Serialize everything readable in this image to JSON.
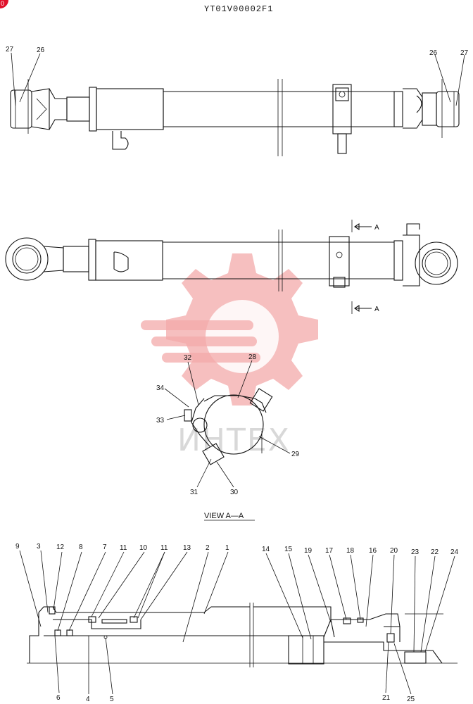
{
  "drawing": {
    "code": "YT01V00002F1",
    "view_title": "VIEW A—A",
    "section_mark": "A",
    "watermark_text": "ИНТЕХ",
    "corner_badge": "0"
  },
  "colors": {
    "line": "#111111",
    "watermark": "#f3a9a9",
    "badge": "#e0102a"
  },
  "callouts": {
    "c27a": "27",
    "c26a": "26",
    "c26b": "26",
    "c27b": "27",
    "c32": "32",
    "c28": "28",
    "c34": "34",
    "c33": "33",
    "c29": "29",
    "c31": "31",
    "c30": "30",
    "c9": "9",
    "c3": "3",
    "c12": "12",
    "c8": "8",
    "c7": "7",
    "c11a": "11",
    "c10": "10",
    "c11b": "11",
    "c13": "13",
    "c2": "2",
    "c1": "1",
    "c14": "14",
    "c15": "15",
    "c19": "19",
    "c17": "17",
    "c18": "18",
    "c16": "16",
    "c20": "20",
    "c23": "23",
    "c22": "22",
    "c24": "24",
    "c6": "6",
    "c4": "4",
    "c5": "5",
    "c21": "21",
    "c25": "25"
  }
}
